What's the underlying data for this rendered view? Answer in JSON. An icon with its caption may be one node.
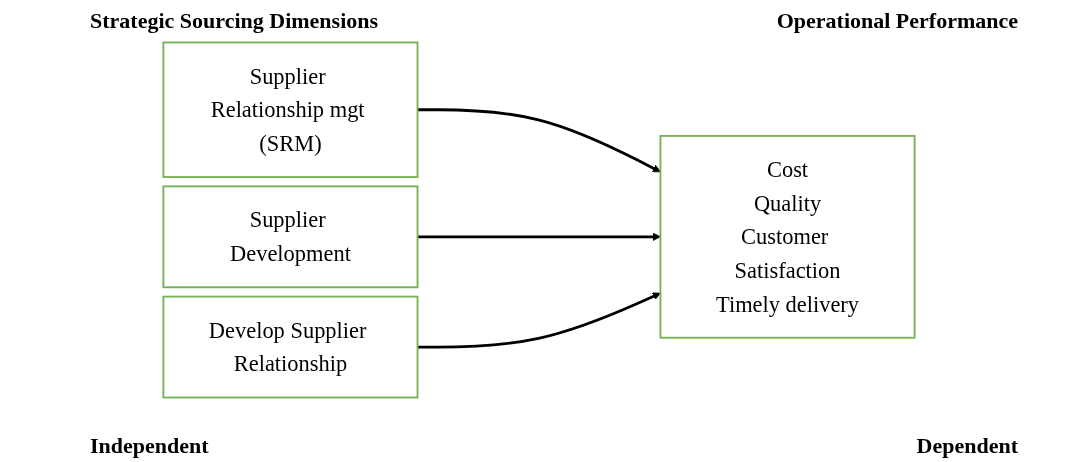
{
  "diagram": {
    "nodes": [
      {
        "text": [
          "Supplier Relationship mgt (SRM)"
        ]
      },
      {
        "text": [
          "Supplier Development"
        ]
      },
      {
        "text": [
          "Develop Supplier Relationship"
        ]
      },
      {
        "text": [
          "Cost",
          "Quality",
          "Customer Satisfaction",
          "Timely delivery"
        ]
      }
    ],
    "edges": [
      {
        "from": 0,
        "to": 3,
        "arrow": "to"
      },
      {
        "from": 1,
        "to": 3,
        "arrow": "to"
      },
      {
        "from": 2,
        "to": 3,
        "arrow": "to"
      }
    ],
    "labels": [
      "Strategic Sourcing Dimensions",
      "Operational Performance",
      "Independent",
      "Dependent"
    ]
  }
}
